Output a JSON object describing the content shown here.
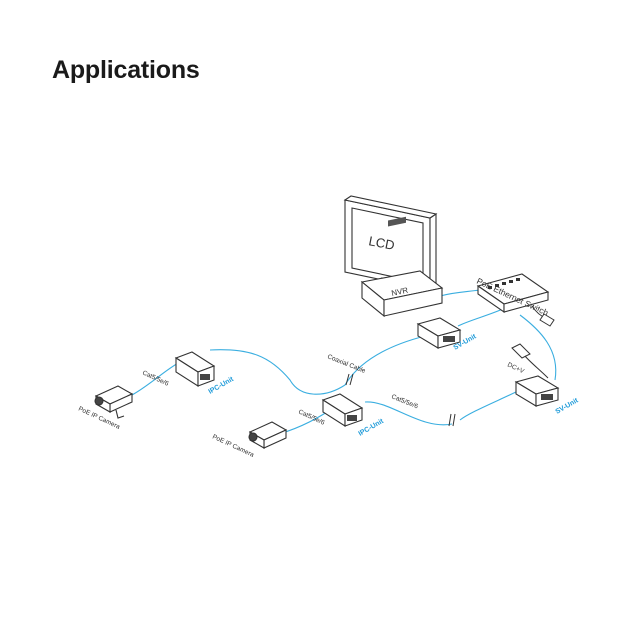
{
  "page": {
    "title": "Applications"
  },
  "diagram": {
    "monitor": "LCD",
    "recorder": "NVR",
    "switch": "PoE Ethernet Switch",
    "coax": "Coaxial Cable",
    "cat_right": "Cat5/5e/6",
    "cat_left": "Cat5/5e/6",
    "cat_mid": "Cat5/5e/6",
    "camera_left": "PoE IP Camera",
    "camera_mid": "PoE IP Camera",
    "dc_power": "DC+V",
    "unit_sv": "SV-Unit",
    "unit_ipc": "IPC-Unit",
    "colors": {
      "cable": "#3aaee0",
      "device": "#333333",
      "accent": "#1f9bd9"
    }
  }
}
